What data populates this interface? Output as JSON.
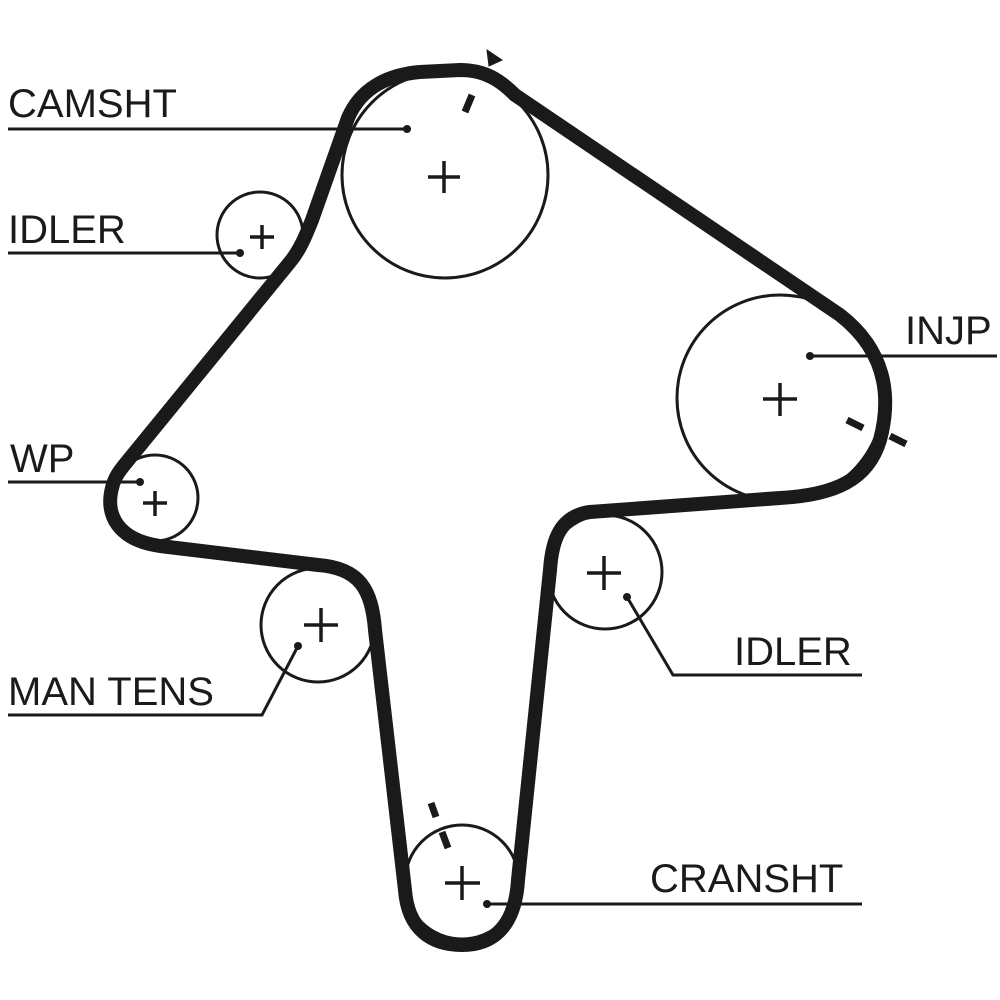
{
  "title": "Timing belt routing diagram",
  "colors": {
    "ink": "#1a1a1a",
    "background": "#ffffff"
  },
  "labels": {
    "camshaft": "CAMSHT",
    "idler_top": "IDLER",
    "injection_pump": "INJP",
    "water_pump": "WP",
    "manual_tensioner": "MAN TENS",
    "idler_bottom": "IDLER",
    "crankshaft": "CRANSHT"
  },
  "pulleys": [
    {
      "id": "camshaft",
      "name": "CAMSHT",
      "timing_mark": true
    },
    {
      "id": "idler_top",
      "name": "IDLER",
      "timing_mark": false
    },
    {
      "id": "injection_pump",
      "name": "INJP",
      "timing_mark": true
    },
    {
      "id": "water_pump",
      "name": "WP",
      "timing_mark": false
    },
    {
      "id": "manual_tensioner",
      "name": "MAN TENS",
      "timing_mark": false
    },
    {
      "id": "idler_bottom",
      "name": "IDLER",
      "timing_mark": false
    },
    {
      "id": "crankshaft",
      "name": "CRANSHT",
      "timing_mark": true
    }
  ]
}
